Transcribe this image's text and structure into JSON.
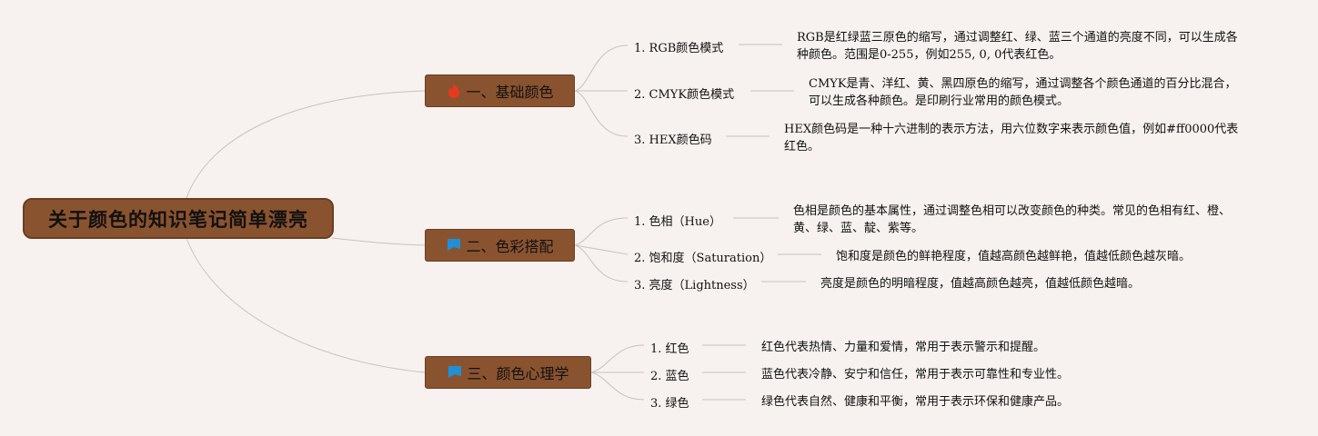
{
  "root": "关于颜色的知识笔记简单漂亮",
  "branches": [
    {
      "icon": "fire-icon",
      "label": "一、基础颜色",
      "items": [
        {
          "label": "1. RGB颜色模式",
          "desc": "RGB是红绿蓝三原色的缩写，通过调整红、绿、蓝三个通道的亮度不同，可以生成各种颜色。范围是0-255，例如255, 0, 0代表红色。"
        },
        {
          "label": "2. CMYK颜色模式",
          "desc": "CMYK是青、洋红、黄、黑四原色的缩写，通过调整各个颜色通道的百分比混合，可以生成各种颜色。是印刷行业常用的颜色模式。"
        },
        {
          "label": "3. HEX颜色码",
          "desc": "HEX颜色码是一种十六进制的表示方法，用六位数字来表示颜色值，例如#ff0000代表红色。"
        }
      ]
    },
    {
      "icon": "flag-icon",
      "label": "二、色彩搭配",
      "items": [
        {
          "label": "1. 色相（Hue）",
          "desc": "色相是颜色的基本属性，通过调整色相可以改变颜色的种类。常见的色相有红、橙、黄、绿、蓝、靛、紫等。"
        },
        {
          "label": "2. 饱和度（Saturation）",
          "desc": "饱和度是颜色的鲜艳程度，值越高颜色越鲜艳，值越低颜色越灰暗。"
        },
        {
          "label": "3. 亮度（Lightness）",
          "desc": "亮度是颜色的明暗程度，值越高颜色越亮，值越低颜色越暗。"
        }
      ]
    },
    {
      "icon": "flag-icon",
      "label": "三、颜色心理学",
      "items": [
        {
          "label": "1. 红色",
          "desc": "红色代表热情、力量和爱情，常用于表示警示和提醒。"
        },
        {
          "label": "2. 蓝色",
          "desc": "蓝色代表冷静、安宁和信任，常用于表示可靠性和专业性。"
        },
        {
          "label": "3. 绿色",
          "desc": "绿色代表自然、健康和平衡，常用于表示环保和健康产品。"
        }
      ]
    }
  ],
  "colors": {
    "node_fill": "#8a5330",
    "edge": "#c9c1bc",
    "fire": "#e8391d",
    "flag": "#1f8fd6"
  }
}
